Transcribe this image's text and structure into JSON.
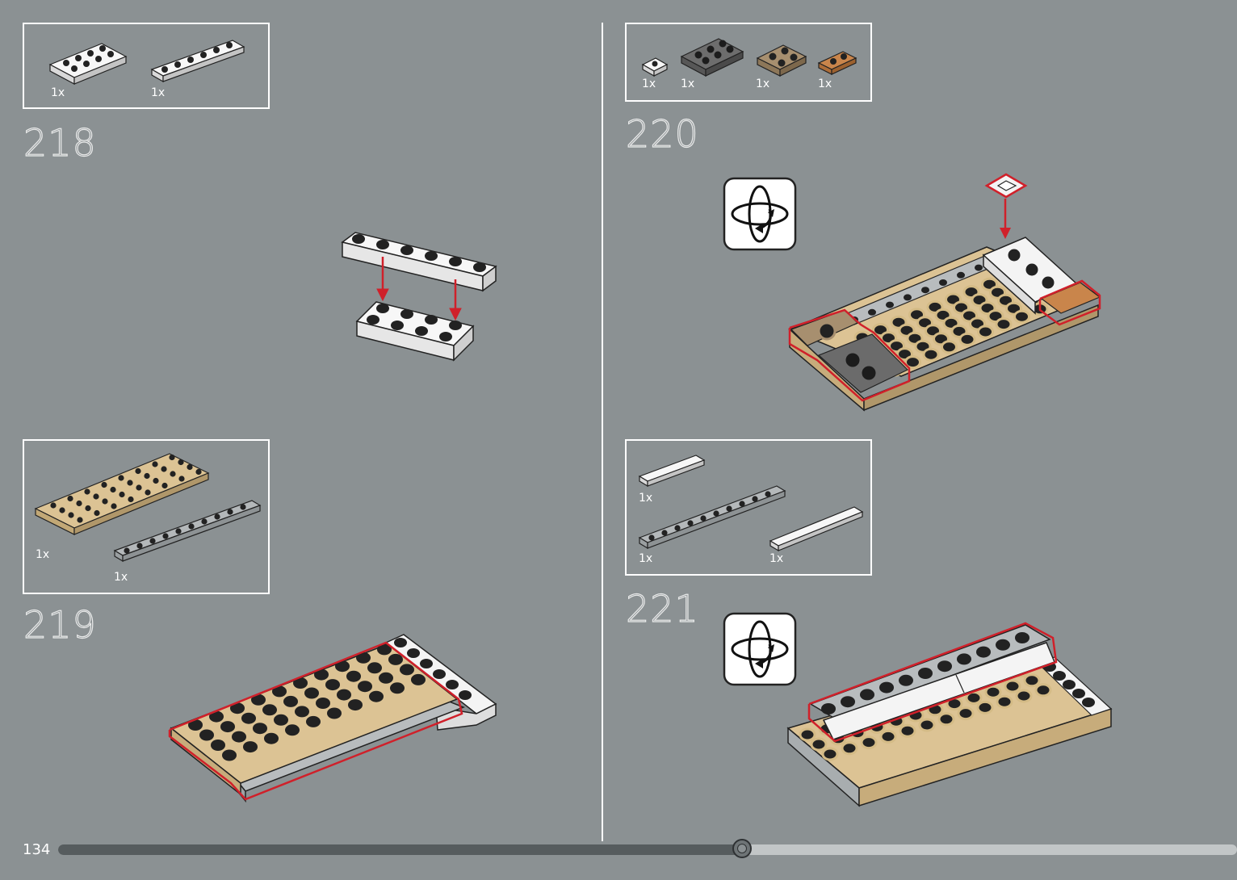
{
  "page": {
    "number": "134",
    "progress": 0.58
  },
  "steps": [
    {
      "number": "218",
      "parts": [
        {
          "qty": "1x",
          "desc": "white plate 2x4"
        },
        {
          "qty": "1x",
          "desc": "white plate 1x6"
        }
      ]
    },
    {
      "number": "219",
      "parts": [
        {
          "qty": "1x",
          "desc": "tan plate 4x8"
        },
        {
          "qty": "1x",
          "desc": "light gray plate 1x10"
        }
      ]
    },
    {
      "number": "220",
      "parts": [
        {
          "qty": "1x",
          "desc": "white tile 1x1"
        },
        {
          "qty": "1x",
          "desc": "dark gray plate 2x3"
        },
        {
          "qty": "1x",
          "desc": "dark tan plate 2x2"
        },
        {
          "qty": "1x",
          "desc": "orange plate 1x2"
        }
      ],
      "rotate_icon": "rotate-model-icon"
    },
    {
      "number": "221",
      "parts": [
        {
          "qty": "1x",
          "desc": "white tile 1x4"
        },
        {
          "qty": "1x",
          "desc": "light gray plate 1x10"
        },
        {
          "qty": "1x",
          "desc": "white tile 1x6"
        }
      ],
      "rotate_icon": "rotate-model-icon"
    }
  ],
  "colors": {
    "background": "#8b9193",
    "white_brick": "#f4f4f4",
    "tan_brick": "#dcc394",
    "light_gray_brick": "#a8adaf",
    "dark_gray_brick": "#6b6b6b",
    "dark_tan_brick": "#a78f6f",
    "orange_brick": "#c9854b",
    "highlight_red": "#d0202a",
    "arrow_red": "#d0202a"
  }
}
